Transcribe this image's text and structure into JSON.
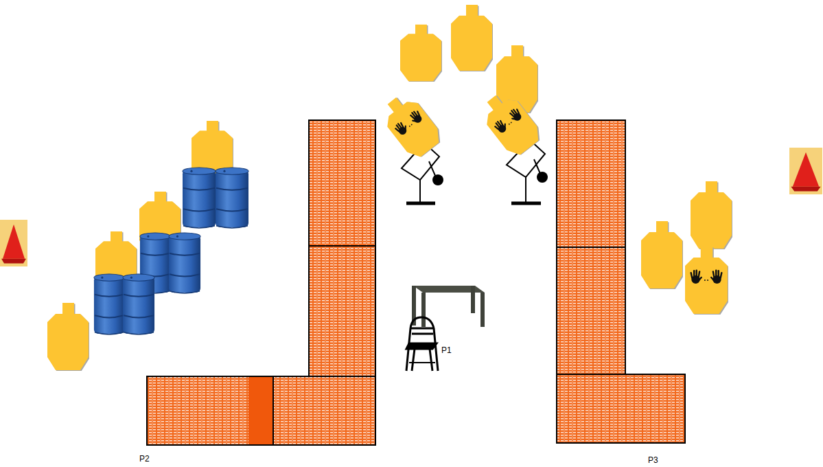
{
  "diagram": {
    "labels": [
      "P1",
      "P2",
      "P3"
    ]
  }
}
